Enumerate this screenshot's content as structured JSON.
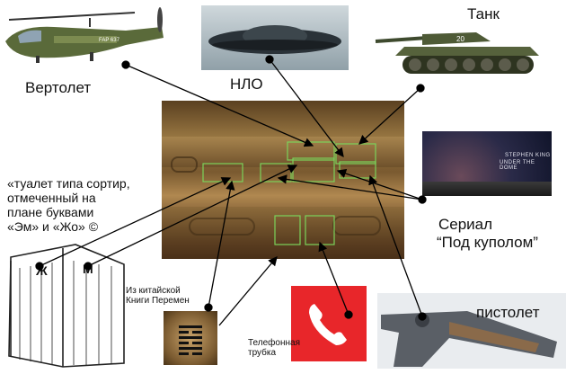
{
  "labels": {
    "helicopter": "Вертолет",
    "ufo": "НЛО",
    "tank": "Танк",
    "toilet": "«туалет типа сортир, отмеченный на плане буквами «Эм» и «Жо» ©",
    "toilet_lines": [
      "«туалет типа сортир,",
      "отмеченный на",
      "плане буквами",
      "«Эм» и «Жо» ©"
    ],
    "series_line1": "Сериал",
    "series_line2": "“Под куполом”",
    "iching_line1": "Из китайской",
    "iching_line2": "Книги Перемен",
    "phone_line1": "Телефонная",
    "phone_line2": "трубка",
    "pistol": "пистолет"
  },
  "picture_text": {
    "helicopter_tail": "FAP 637",
    "tank_turret": "20",
    "poster_line1": "STEPHEN KING",
    "poster_line2": "UNDER THE DOME",
    "toilet_letters": [
      "Ж",
      "М"
    ]
  },
  "colors": {
    "connector": "#000000",
    "highlight_box": "#7bd35a",
    "phone_bg": "#e8262a",
    "relief": "#8a6a3a"
  }
}
